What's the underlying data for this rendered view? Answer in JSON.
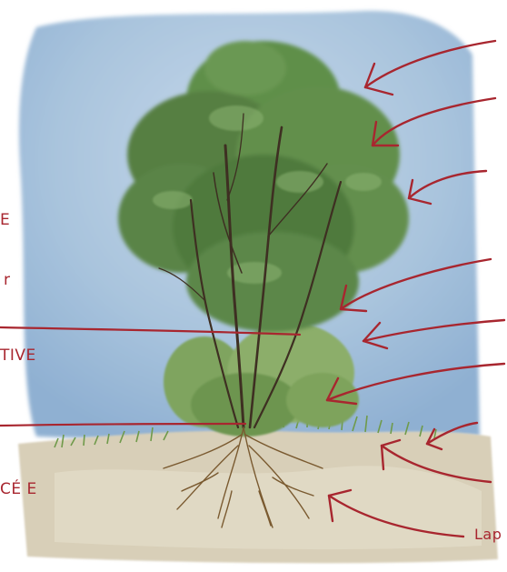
{
  "illustration": {
    "description_icon": "tree-cross-section-icon",
    "colors": {
      "sky": "#a9c4dd",
      "foliage": "#5f8f4a",
      "soil": "#d8cfb8",
      "roots": "#7a5a30",
      "arrows": "#a8262f"
    }
  },
  "labels": [
    {
      "text": "E"
    },
    {
      "text": "r"
    },
    {
      "text": "TIVE"
    },
    {
      "text": "CÉ E"
    },
    {
      "text": "Lap"
    }
  ]
}
